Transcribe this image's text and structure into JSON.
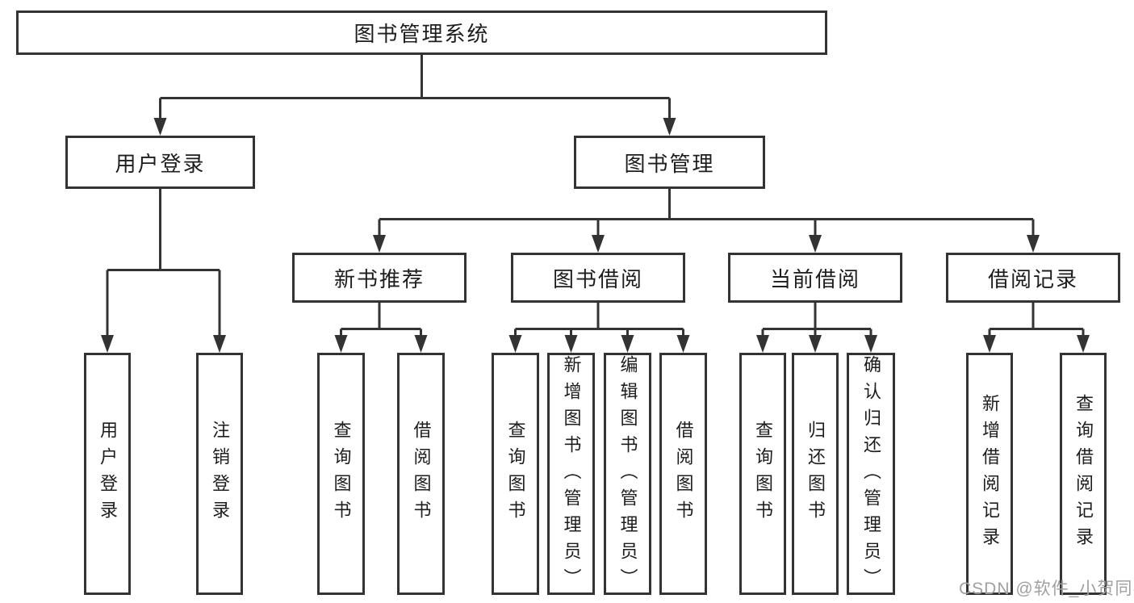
{
  "title": "图书管理系统",
  "watermark": {
    "label": "CSDN @软件_小贺同学"
  },
  "colors": {
    "line": "#333333",
    "box_border": "#333333",
    "box_fill": "#ffffff",
    "text": "#1d1d1d",
    "watermark": "#a0a0a0",
    "background": "#ffffff"
  },
  "tree": {
    "root": {
      "label": "图书管理系统",
      "children": [
        {
          "label": "用户登录",
          "children": [
            {
              "label": "用户登录"
            },
            {
              "label": "注销登录"
            }
          ]
        },
        {
          "label": "图书管理",
          "children": [
            {
              "label": "新书推荐",
              "children": [
                {
                  "label": "查询图书"
                },
                {
                  "label": "借阅图书"
                }
              ]
            },
            {
              "label": "图书借阅",
              "children": [
                {
                  "label": "查询图书"
                },
                {
                  "label": "新增图书（管理员）"
                },
                {
                  "label": "编辑图书（管理员）"
                },
                {
                  "label": "借阅图书"
                }
              ]
            },
            {
              "label": "当前借阅",
              "children": [
                {
                  "label": "查询图书"
                },
                {
                  "label": "归还图书"
                },
                {
                  "label": "确认归还（管理员）"
                }
              ]
            },
            {
              "label": "借阅记录",
              "children": [
                {
                  "label": "新增借阅记录"
                },
                {
                  "label": "查询借阅记录"
                }
              ]
            }
          ]
        }
      ]
    }
  }
}
